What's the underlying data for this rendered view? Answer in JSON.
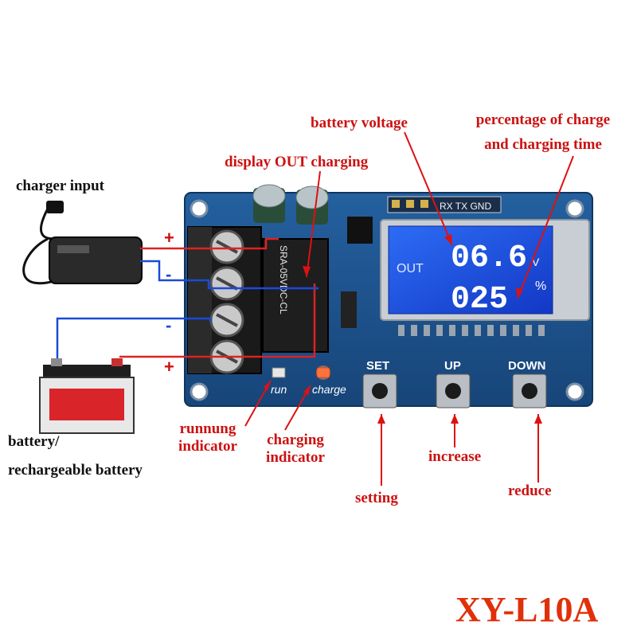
{
  "model": "XY-L10A",
  "labels": {
    "charger_input": "charger input",
    "battery_line1": "battery/",
    "battery_line2": "rechargeable battery",
    "battery_voltage": "battery voltage",
    "display_out_charging": "display OUT charging",
    "percentage_line1": "percentage of charge",
    "percentage_line2": "and charging time",
    "running_indicator_line1": "runnung",
    "running_indicator_line2": "indicator",
    "charging_indicator_line1": "charging",
    "charging_indicator_line2": "indicator",
    "setting": "setting",
    "increase": "increase",
    "reduce": "reduce"
  },
  "board": {
    "header_pins": "RX TX GND",
    "button_set": "SET",
    "button_up": "UP",
    "button_down": "DOWN",
    "led_run": "run",
    "led_charge": "charge",
    "relay_text": "SRA-05VDC-CL"
  },
  "display": {
    "out_label": "OUT",
    "voltage": "06.6",
    "voltage_unit": "V",
    "percent": "025",
    "percent_unit": "%",
    "color": "#1f55e8"
  },
  "terminals": {
    "top": "+",
    "second": "-",
    "third": "-",
    "bottom": "+"
  },
  "colors": {
    "board": "#1c4f8c",
    "label_red": "#cc1111",
    "model": "#e0300a",
    "wire_red": "#dd2222",
    "wire_blue": "#1a4ad8"
  }
}
